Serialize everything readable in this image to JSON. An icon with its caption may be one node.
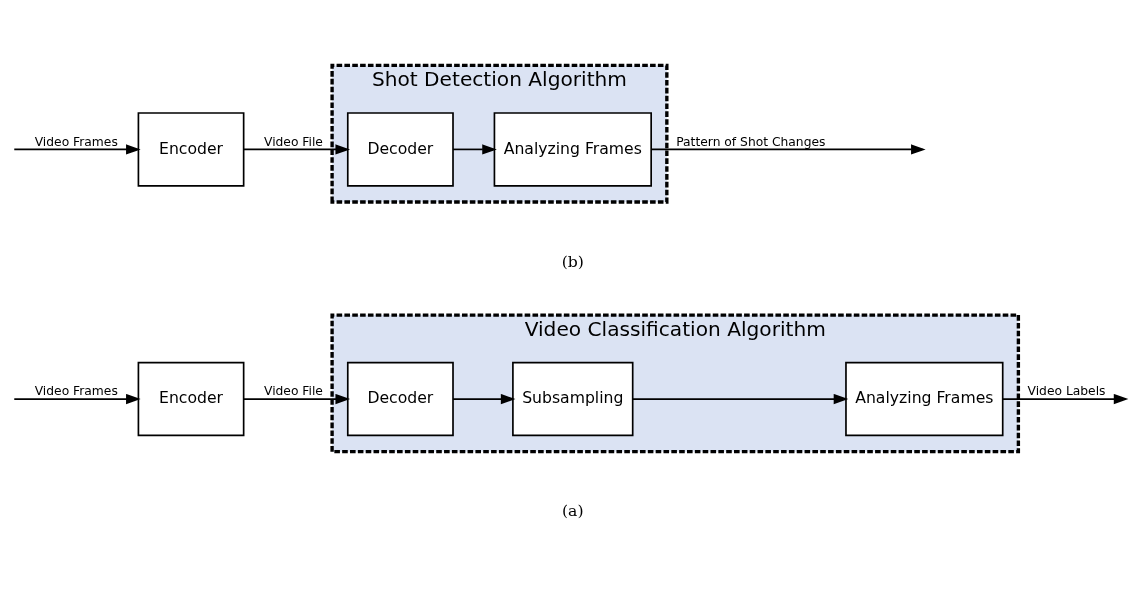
{
  "diagram": {
    "nodes": [
      {
        "text": [
          "Video Classification Algorithm"
        ]
      },
      {
        "text": [
          "Encoder"
        ]
      },
      {
        "text": [
          "Decoder"
        ],
        "in": 0
      },
      {
        "text": [
          "Subsampling"
        ],
        "in": 0
      },
      {
        "text": [
          "Analyzing Frames"
        ],
        "in": 0
      },
      {
        "text": [
          "Shot Detection Algorithm"
        ]
      },
      {
        "text": [
          "Encoder"
        ]
      },
      {
        "text": [
          "Decoder"
        ],
        "in": 5
      },
      {
        "text": [
          "Analyzing Frames"
        ],
        "in": 5
      }
    ],
    "edges": [
      {
        "from": null,
        "to": 1,
        "arrow": "to",
        "label": "Video Frames"
      },
      {
        "from": 1,
        "to": 2,
        "arrow": "to",
        "label": "Video File"
      },
      {
        "from": 2,
        "to": 3,
        "arrow": "to"
      },
      {
        "from": 3,
        "to": 4,
        "arrow": "to"
      },
      {
        "from": 4,
        "to": null,
        "arrow": "to",
        "label": "Video Labels"
      },
      {
        "from": null,
        "to": 6,
        "arrow": "to",
        "label": "Video Frames"
      },
      {
        "from": 6,
        "to": 7,
        "arrow": "to",
        "label": "Video File"
      },
      {
        "from": 7,
        "to": 8,
        "arrow": "to"
      },
      {
        "from": 8,
        "to": null,
        "arrow": "to",
        "label": "Pattern of Shot Changes"
      }
    ],
    "labels": [
      "(a)",
      "(b)"
    ]
  }
}
